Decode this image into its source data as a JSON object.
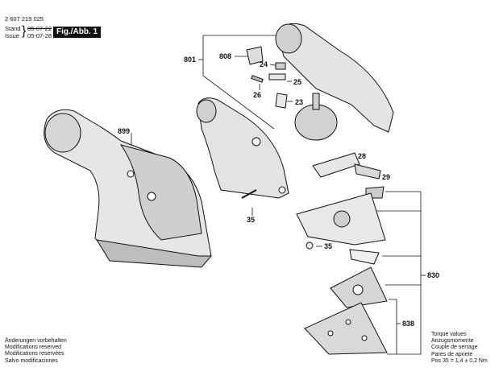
{
  "header": {
    "part_number": "2 607 219 025",
    "stand_label": "Stand",
    "stand_date": "05-07-22",
    "issue_label": "Issue",
    "issue_date": "05-07-28",
    "figure_label": "Fig./Abb. 1"
  },
  "callouts": {
    "c801": "801",
    "c808": "808",
    "c24": "24",
    "c25": "25",
    "c26": "26",
    "c23": "23",
    "c899": "899",
    "c28": "28",
    "c29": "29",
    "c35a": "35",
    "c35b": "35",
    "c830": "830",
    "c838": "838"
  },
  "footer_left": [
    "Änderungen vorbehalten",
    "Modifications reserved",
    "Modifications reservées",
    "Salvo modificaciones"
  ],
  "torque": {
    "lines": [
      "Torque values",
      "Anzugsmomente",
      "Couple de serrage",
      "Pares de apriete"
    ],
    "spec": "Pos   35  =  1,4 ± 0,2 Nm"
  }
}
